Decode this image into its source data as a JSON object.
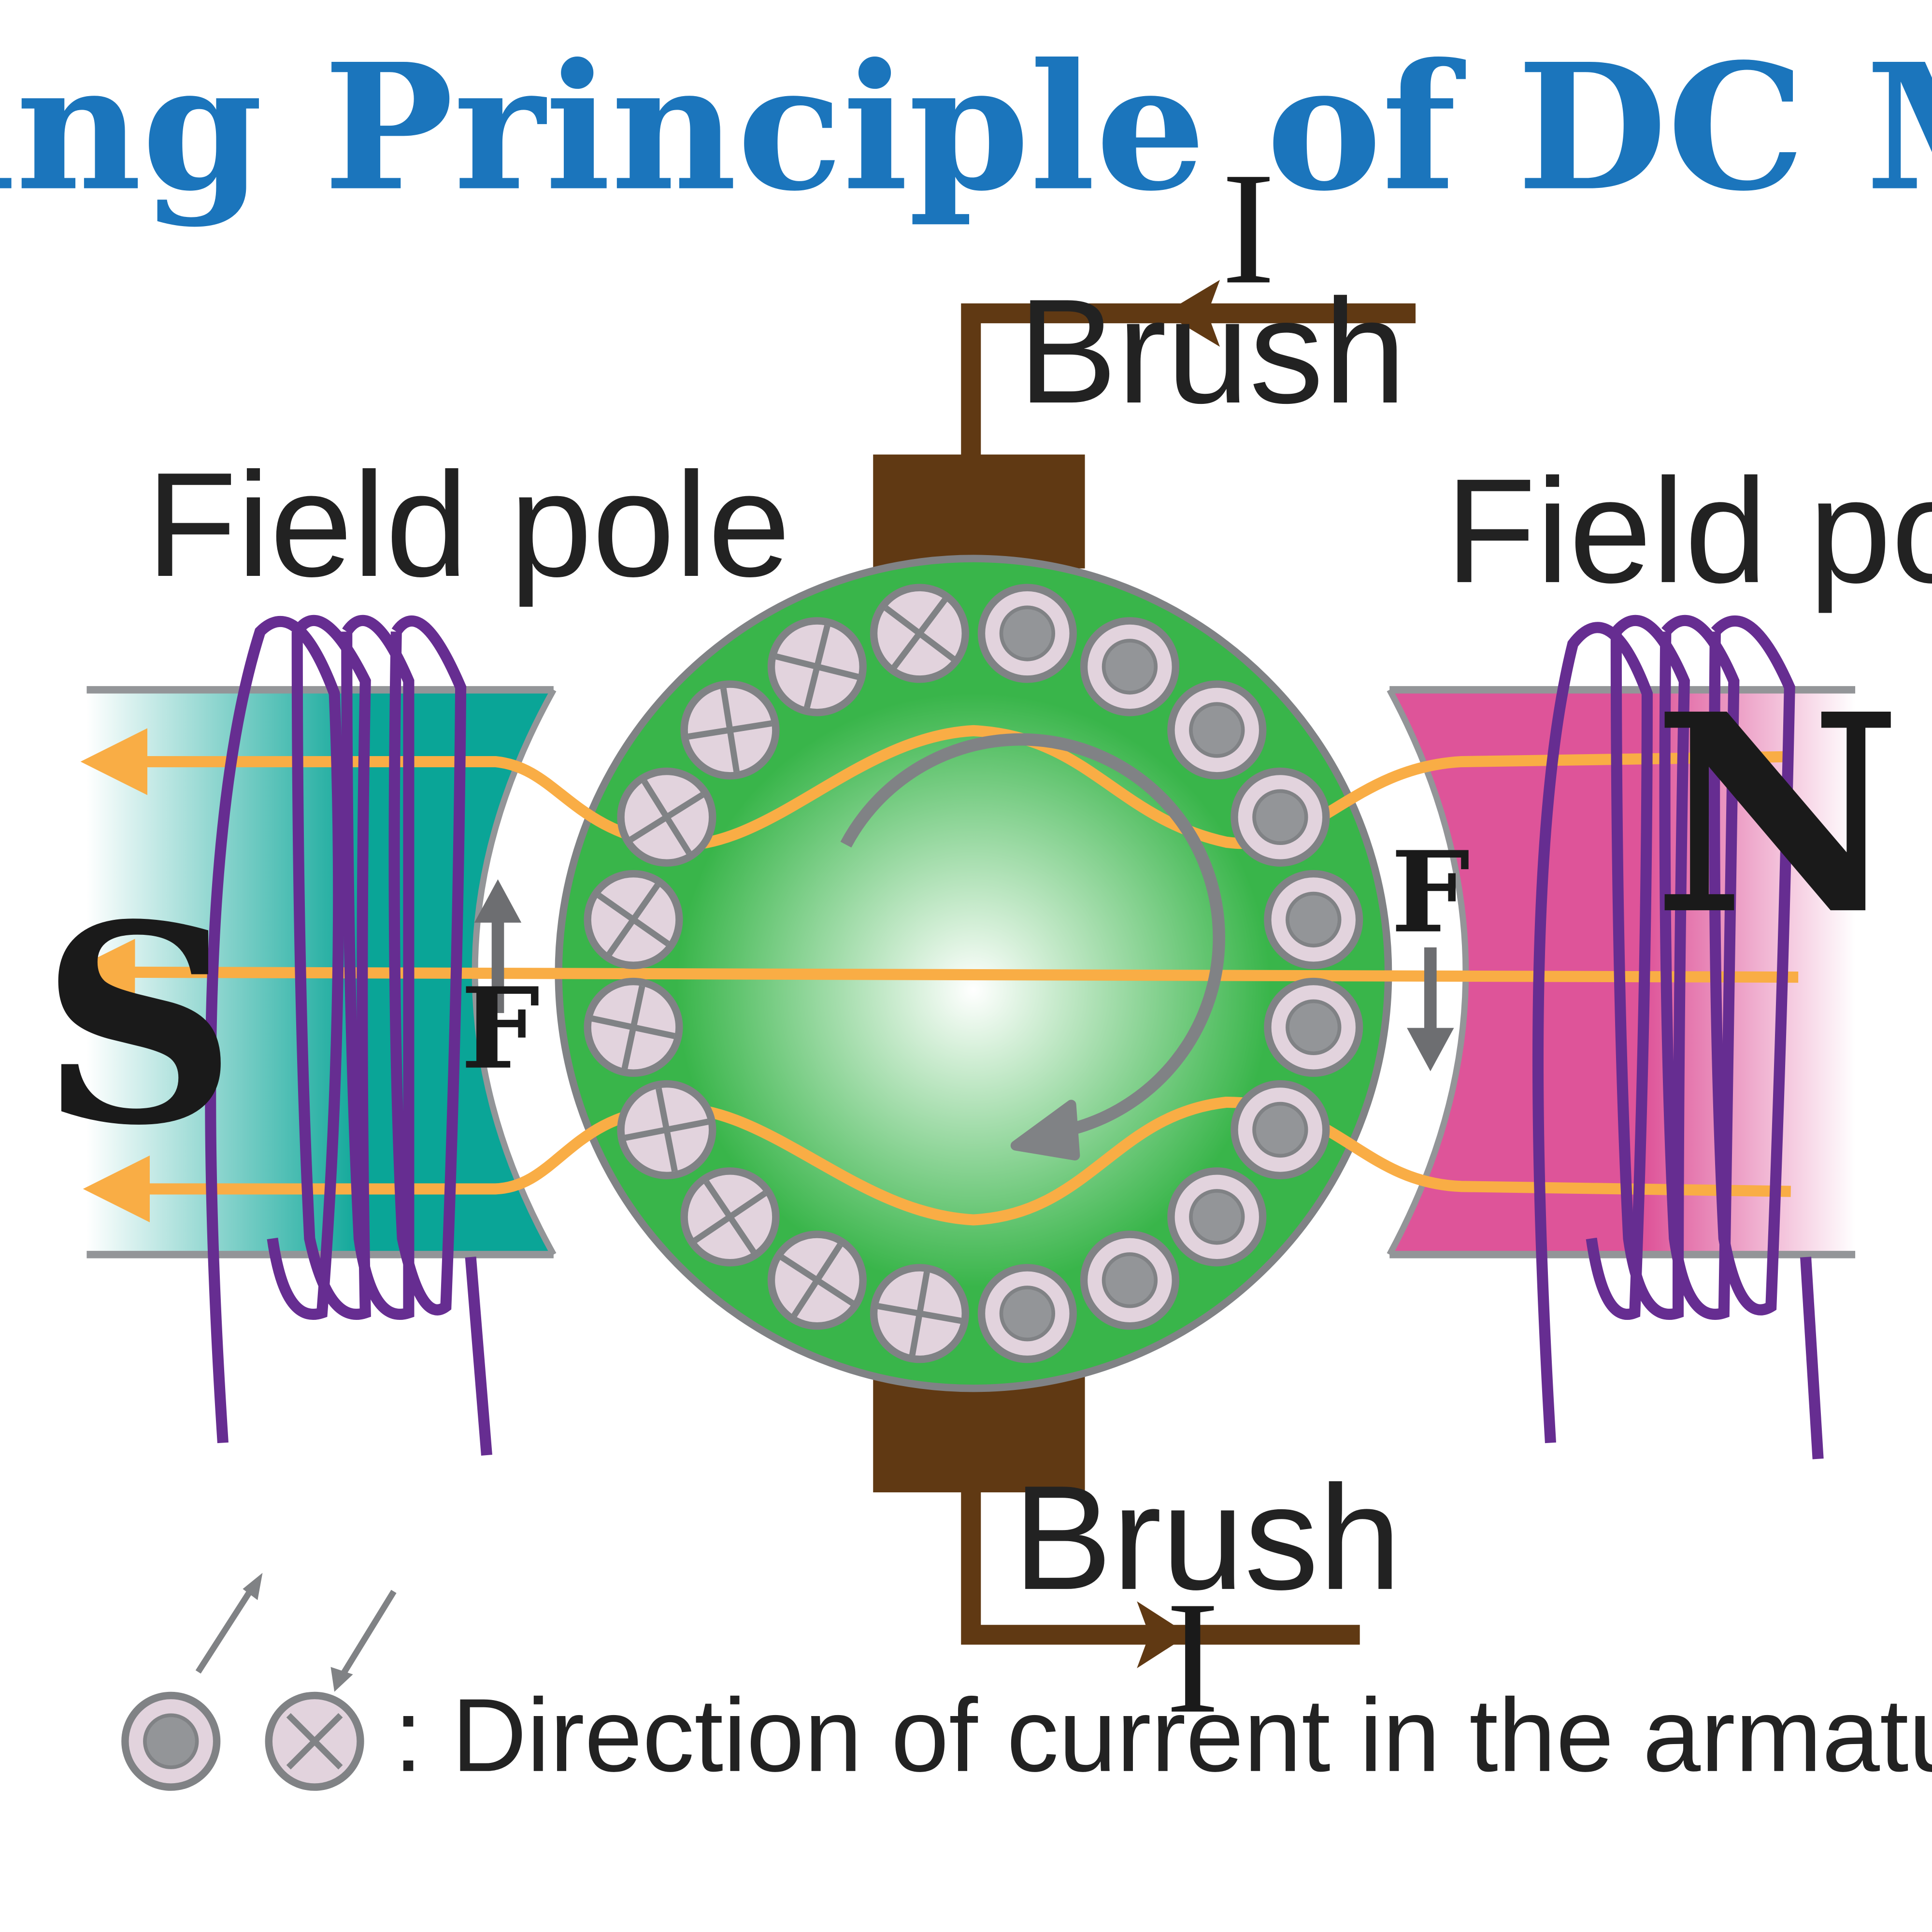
{
  "title": "Working Principle of DC Motor",
  "labels": {
    "brush_top": "Brush",
    "brush_bottom": "Brush",
    "field_pole_left": "Field pole",
    "field_pole_right": "Field pole",
    "pole_south": "S",
    "pole_north": "N",
    "force_left": "F",
    "force_right": "F",
    "current_top": "I",
    "current_bottom": "I"
  },
  "legend": {
    "text": ": Direction of current in the armature",
    "symbols": [
      "current-out-of-page-icon",
      "current-into-page-icon"
    ]
  },
  "colors": {
    "title": "#1b75bc",
    "armature": "#3ab54a",
    "south_pole": "#0ba59a",
    "north_pole": "#de5499",
    "coil": "#662d91",
    "flux_lines": "#f9ad45",
    "brush": "#603913",
    "conductor": "#e2d3dd",
    "conductor_center": "#939598",
    "outline": "#808285"
  },
  "armature_conductors": {
    "current_into_page_count": 10,
    "current_out_of_page_count": 10
  }
}
